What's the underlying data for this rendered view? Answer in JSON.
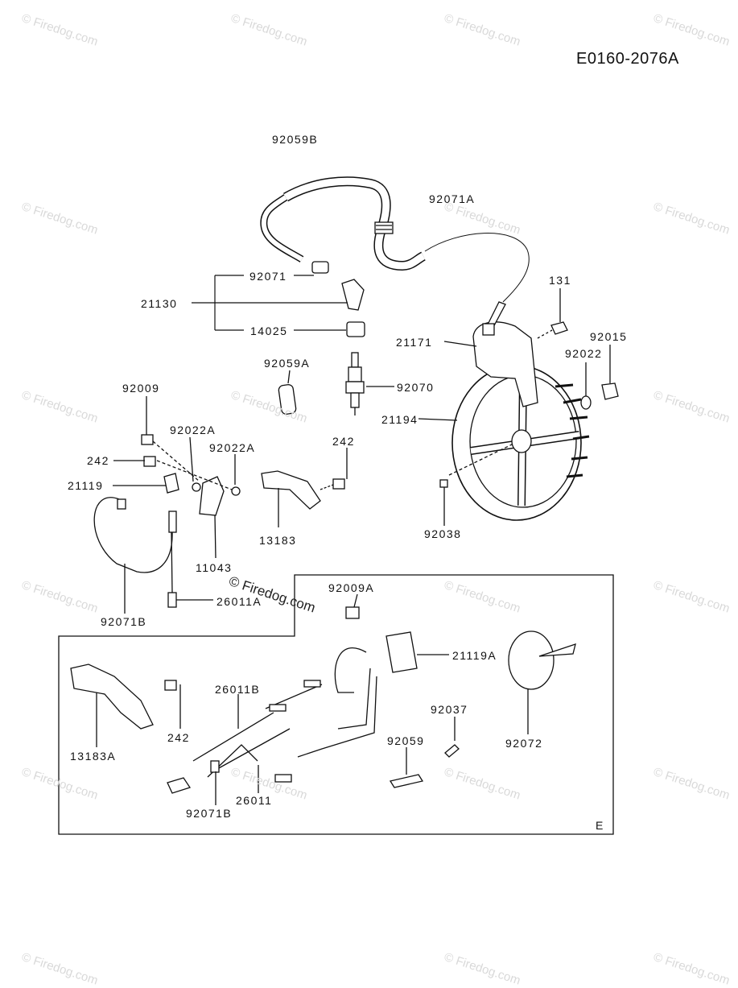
{
  "diagram_id": "E0160-2076A",
  "watermark": "© Firedog.com",
  "box_label": "E",
  "labels": {
    "l92059B": "92059B",
    "l92071A": "92071A",
    "l92071": "92071",
    "l21130": "21130",
    "l14025": "14025",
    "l131": "131",
    "l92015": "92015",
    "l92022": "92022",
    "l21171": "21171",
    "l92059A": "92059A",
    "l92070": "92070",
    "l21194": "21194",
    "l92009": "92009",
    "l92022A_1": "92022A",
    "l92022A_2": "92022A",
    "l242_1": "242",
    "l242_2": "242",
    "l21119": "21119",
    "l13183": "13183",
    "l11043": "11043",
    "l92038": "92038",
    "l26011A": "26011A",
    "l92071B_1": "92071B",
    "l92009A": "92009A",
    "l21119A": "21119A",
    "l26011B": "26011B",
    "l92037": "92037",
    "l92072": "92072",
    "l13183A": "13183A",
    "l242_3": "242",
    "l92059": "92059",
    "l26011": "26011",
    "l92071B_2": "92071B"
  }
}
